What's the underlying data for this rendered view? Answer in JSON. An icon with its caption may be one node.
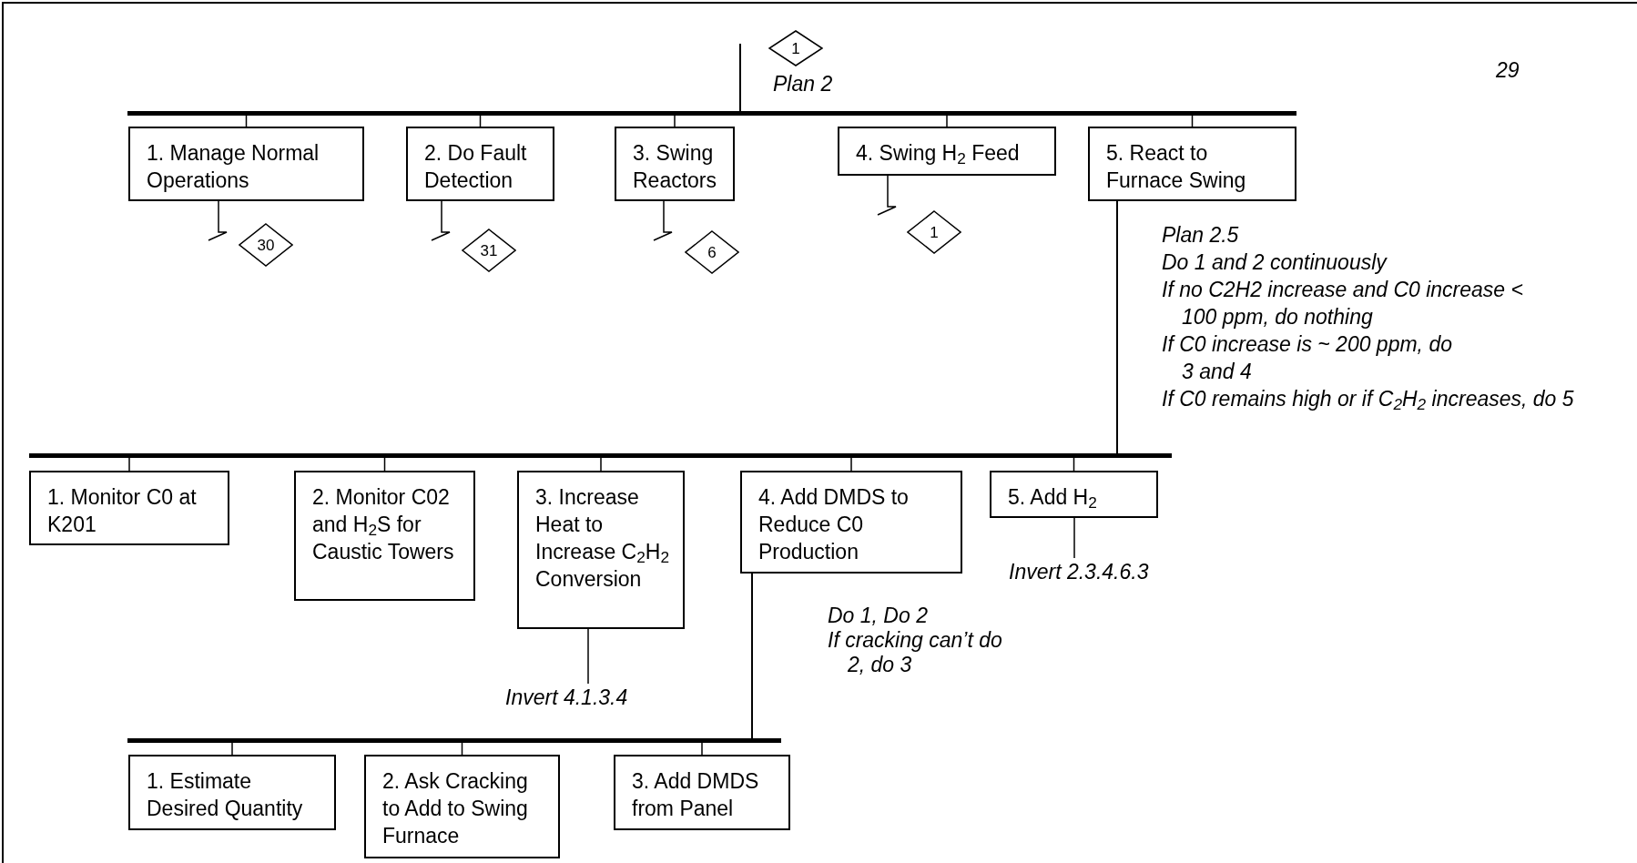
{
  "diagram": {
    "nodes": [
      {
        "text": [
          "1"
        ]
      },
      {
        "text": [
          "1. Manage Normal Operations"
        ]
      },
      {
        "text": [
          "2.  Do Fault Detection"
        ]
      },
      {
        "text": [
          "3.  Swing Reactors"
        ]
      },
      {
        "text": [
          "4.  Swing H$_{2}$ Feed"
        ]
      },
      {
        "text": [
          "5.  React to Furnace Swing"
        ]
      },
      {
        "text": [
          "30"
        ]
      },
      {
        "text": [
          "31"
        ]
      },
      {
        "text": [
          "6"
        ]
      },
      {
        "text": [
          "1"
        ]
      },
      {
        "text": [
          "1. Monitor C0 at K201"
        ]
      },
      {
        "text": [
          "2.  Monitor C02 and H$_{2}$S for Caustic Towers"
        ]
      },
      {
        "text": [
          "3.  Increase Heat to Increase C$_{2}$H$_{2}$ Conversion"
        ]
      },
      {
        "text": [
          "4.  Add DMDS to Reduce C0 Production"
        ]
      },
      {
        "text": [
          "5.  Add H$_{2}$"
        ]
      },
      {
        "text": [
          "Invert 2.3.4.6.3"
        ]
      },
      {
        "text": [
          "Invert 4.1.3.4"
        ]
      },
      {
        "text": [
          "1. Estimate Desired Quantity"
        ]
      },
      {
        "text": [
          "2.  Ask Cracking to Add to Swing Furnace"
        ]
      },
      {
        "text": [
          "3.  Add DMDS from Panel"
        ]
      }
    ],
    "edges": [
      {
        "from": null,
        "to": 1,
        "arrow": "none"
      },
      {
        "from": null,
        "to": 2,
        "arrow": "none"
      },
      {
        "from": null,
        "to": 3,
        "arrow": "none"
      },
      {
        "from": null,
        "to": 4,
        "arrow": "none"
      },
      {
        "from": null,
        "to": 5,
        "arrow": "none"
      },
      {
        "from": 1,
        "to": null,
        "arrow": "none"
      },
      {
        "from": 2,
        "to": null,
        "arrow": "none"
      },
      {
        "from": 3,
        "to": null,
        "arrow": "none"
      },
      {
        "from": 4,
        "to": null,
        "arrow": "none"
      },
      {
        "from": 5,
        "to": 10,
        "arrow": "none"
      },
      {
        "from": 5,
        "to": 11,
        "arrow": "none"
      },
      {
        "from": 5,
        "to": 12,
        "arrow": "none"
      },
      {
        "from": 5,
        "to": 13,
        "arrow": "none"
      },
      {
        "from": 5,
        "to": 14,
        "arrow": "none"
      },
      {
        "from": 14,
        "to": 15,
        "arrow": "none"
      },
      {
        "from": 12,
        "to": 16,
        "arrow": "none"
      },
      {
        "from": 13,
        "to": 17,
        "arrow": "none"
      },
      {
        "from": 13,
        "to": 18,
        "arrow": "none"
      },
      {
        "from": 13,
        "to": 19,
        "arrow": "none"
      }
    ],
    "labels": [
      "29",
      "Plan 2",
      "Plan 2.5",
      "Do 1 and 2 continuously",
      "If no C2H2 increase and C0 increase < 100 ppm, do nothing",
      "If C0 increase is ~ 200 ppm, do 3 and 4",
      "If C0 remains high or if C$_{2}$H$_{2}$ increases, do 5",
      "Do 1, Do 2",
      "If cracking can’t do 2, do 3"
    ]
  }
}
